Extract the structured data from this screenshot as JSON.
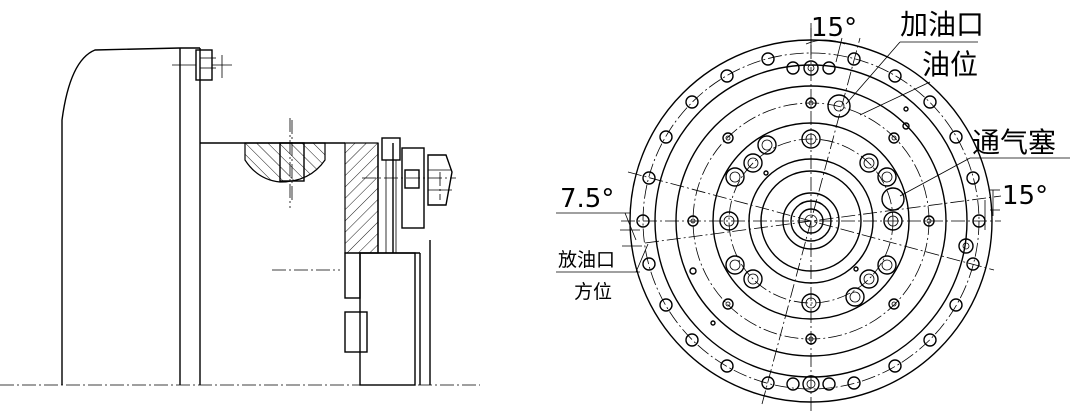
{
  "labels": {
    "angle_top": "15°",
    "oil_fill_line1": "加油口",
    "oil_fill_line2": "油位",
    "vent_plug": "通气塞",
    "angle_right": "15°",
    "angle_left": "7.5°",
    "drain_line1": "放油口",
    "drain_line2": "方位"
  }
}
